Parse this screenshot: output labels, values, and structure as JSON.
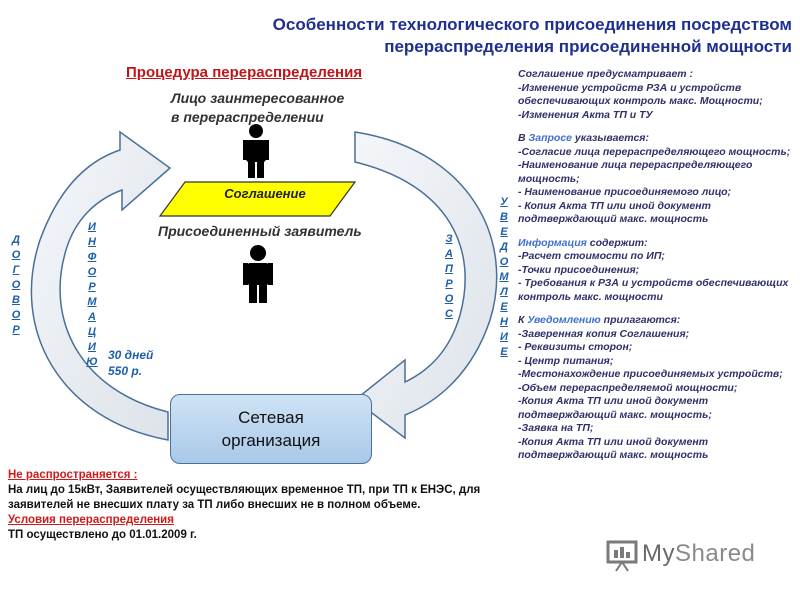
{
  "title_line1": "Особенности технологического присоединения посредством",
  "title_line2": "перераспределения присоединенной мощности",
  "procedure_heading": "Процедура перераспределения",
  "person_top_line1": "Лицо заинтересованное",
  "person_top_line2": "в перераспределении",
  "agreement_label": "Соглашение",
  "person_bottom_label": "Присоединенный заявитель",
  "network_line1": "Сетевая",
  "network_line2": "организация",
  "vertical_dogovor": [
    "Д",
    "О",
    "Г",
    "О",
    "В",
    "О",
    "Р"
  ],
  "vertical_informacia": [
    "И",
    "Н",
    "Ф",
    "О",
    "Р",
    "М",
    "А",
    "Ц",
    "И",
    "Ю"
  ],
  "vertical_zapros": [
    "З",
    "А",
    "П",
    "Р",
    "О",
    "С"
  ],
  "vertical_uvedomlenie": [
    "У",
    "В",
    "Е",
    "Д",
    "О",
    "М",
    "Л",
    "Е",
    "Н",
    "И",
    "Е"
  ],
  "days_line1": "30 дней",
  "days_line2": "550 р.",
  "right_panel": {
    "agreement_intro": "Соглашение  предусматривает  :",
    "agreement_items": [
      "-Изменение устройств РЗА и устройств обеспечивающих контроль макс. Мощности;",
      "-Изменения Акта ТП и ТУ"
    ],
    "request_prefix": "В ",
    "request_word": "Запросе",
    "request_suffix": " указывается:",
    "request_items": [
      "-Согласие лица перераспределяющего  мощность;",
      "-Наименование лица перераспределяющего  мощность;",
      "- Наименование присоединяемого лицо;",
      "- Копия Акта ТП или иной документ подтверждающий  макс. мощность"
    ],
    "info_word": "Информация",
    "info_suffix": " содержит:",
    "info_items": [
      "-Расчет стоимости по ИП;",
      "-Точки присоединения;",
      "- Требования к РЗА и устройств обеспечивающих контроль макс. мощности"
    ],
    "notice_prefix": "К ",
    "notice_word": "Уведомлению",
    "notice_suffix": " прилагаются:",
    "notice_items": [
      "-Заверенная копия Соглашения;",
      "- Реквизиты сторон;",
      "- Центр питания;",
      "-Местонахождение присоединяемых устройств;",
      "-Объем перераспределяемой мощности;",
      "-Копия Акта ТП или иной документ подтверждающий  макс. мощность;",
      "-Заявка на ТП;",
      "-Копия Акта ТП или иной документ подтверждающий  макс. мощность"
    ]
  },
  "bottom": {
    "not_apply_heading": "Не распространяется   :",
    "not_apply_text": "На лиц до 15кВт, Заявителей  осуществляющих временное ТП, при ТП к ЕНЭС, для заявителей не внесших плату за ТП либо внесших не в полном объеме.",
    "conditions_heading": "Условия перераспределения",
    "conditions_text": "ТП  осуществлено до  01.01.2009  г."
  },
  "logo_text_my": "My",
  "logo_text_rest": "Shared",
  "colors": {
    "title": "#1f2f8f",
    "heading_red": "#c0161b",
    "vertical_blue": "#1e5fa8",
    "arrow_light": "#eef2f6",
    "agreement_yellow": "#ffff00",
    "network_box": "#b8d4ee"
  }
}
